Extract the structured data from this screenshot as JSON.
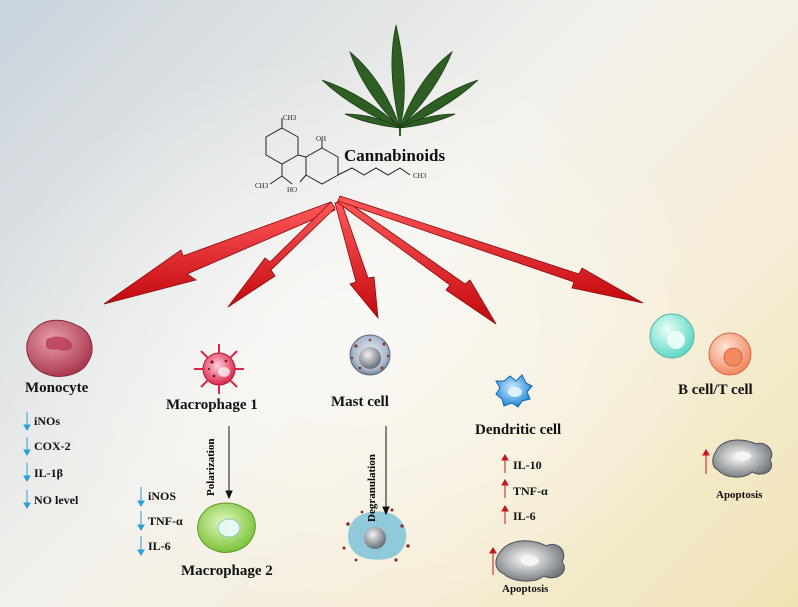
{
  "compound": {
    "title": "Cannabinoids",
    "structure_labels": {
      "ch3_top": "CH3",
      "oh_top": "OH",
      "ho_bottom": "HO",
      "ch3_left": "CH3",
      "ch3_tail": "CH3"
    }
  },
  "cells": {
    "monocyte": {
      "name": "Monocyte",
      "markers": [
        "iNOs",
        "COX-2",
        "IL-1β",
        "NO level"
      ],
      "direction": "down"
    },
    "macrophage1": {
      "name": "Macrophage 1",
      "process": "Polarization"
    },
    "macrophage2": {
      "name": "Macrophage 2",
      "markers": [
        "iNOS",
        "TNF-α",
        "IL-6"
      ],
      "direction": "down"
    },
    "mast_cell": {
      "name": "Mast cell",
      "process": "Degranulation"
    },
    "dendritic_cell": {
      "name": "Dendritic cell",
      "markers": [
        "IL-10",
        "TNF-α",
        "IL-6"
      ],
      "direction": "up",
      "outcome": "Apoptosis",
      "outcome_direction": "up"
    },
    "bt_cell": {
      "name": "B cell/T cell",
      "outcome": "Apoptosis",
      "outcome_direction": "up"
    }
  },
  "colors": {
    "arrow": "#e0141c",
    "down_marker": "#2b9fd8",
    "up_marker": "#c4161c",
    "leaf": "#2f5e25"
  }
}
